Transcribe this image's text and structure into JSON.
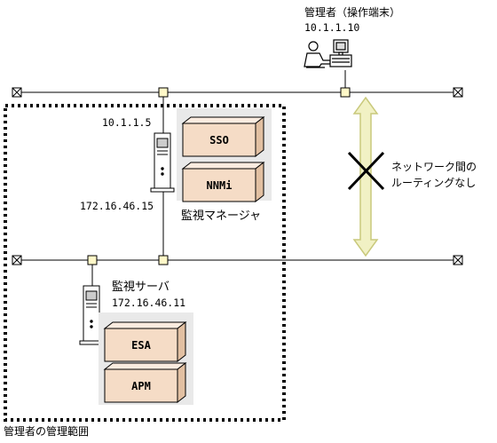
{
  "admin": {
    "title": "管理者（操作端末）",
    "ip": "10.1.1.10"
  },
  "manager": {
    "ip_top": "10.1.1.5",
    "ip_bottom": "172.16.46.15",
    "label": "監視マネージャ",
    "components": [
      "SSO",
      "NNMi"
    ]
  },
  "server": {
    "label": "監視サーバ",
    "ip": "172.16.46.11",
    "components": [
      "ESA",
      "APM"
    ]
  },
  "no_routing": {
    "line1": "ネットワーク間の",
    "line2": "ルーティングなし"
  },
  "scope_label": "管理者の管理範囲",
  "colors": {
    "line": "#000000",
    "box_fill": "#f5dcc6",
    "box_top": "#fbece0",
    "box_side": "#e2c0a2",
    "panel": "#e9e9e9",
    "node_fill": "#fff8c8",
    "arrow_fill": "#f1f1c4",
    "arrow_stroke": "#c9c97c"
  }
}
